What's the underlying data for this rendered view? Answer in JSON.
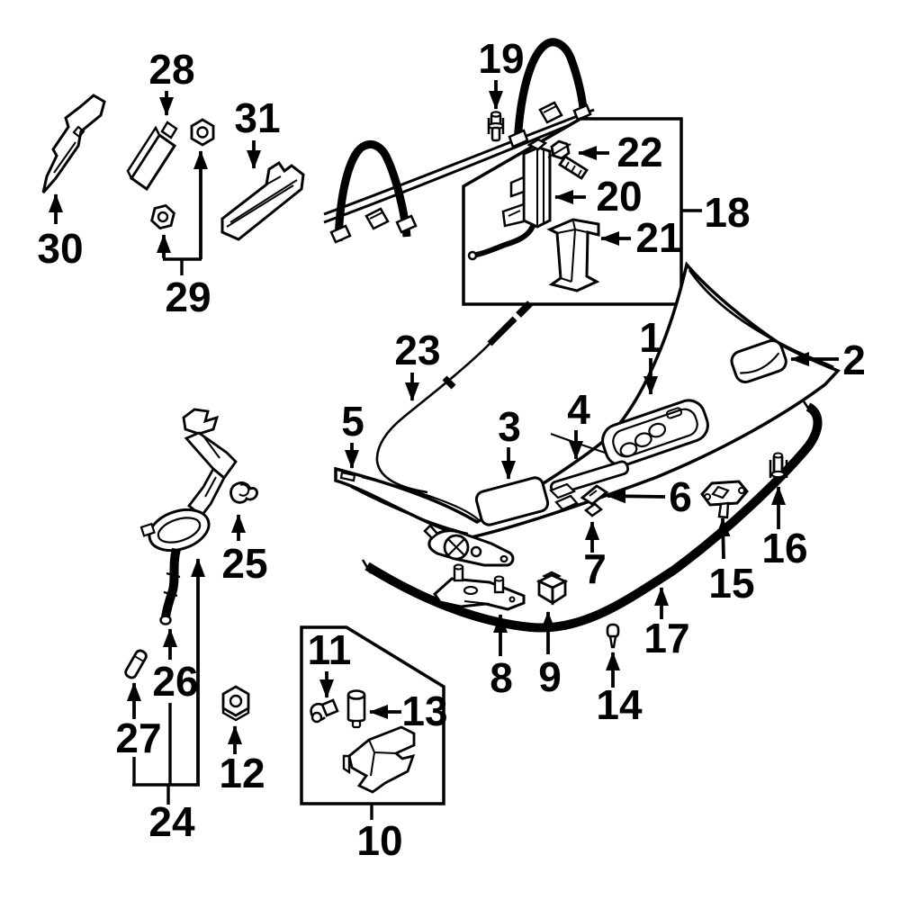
{
  "diagram": {
    "kind": "exploded-parts-line-diagram",
    "background_color": "#ffffff",
    "line_color": "#000000",
    "callouts": {
      "c1": {
        "label": "1"
      },
      "c2": {
        "label": "2"
      },
      "c3": {
        "label": "3"
      },
      "c4": {
        "label": "4"
      },
      "c5": {
        "label": "5"
      },
      "c6": {
        "label": "6"
      },
      "c7": {
        "label": "7"
      },
      "c8": {
        "label": "8"
      },
      "c9": {
        "label": "9"
      },
      "c10": {
        "label": "10"
      },
      "c11": {
        "label": "11"
      },
      "c12": {
        "label": "12"
      },
      "c13": {
        "label": "13"
      },
      "c14": {
        "label": "14"
      },
      "c15": {
        "label": "15"
      },
      "c16": {
        "label": "16"
      },
      "c17": {
        "label": "17"
      },
      "c18": {
        "label": "18"
      },
      "c19": {
        "label": "19"
      },
      "c20": {
        "label": "20"
      },
      "c21": {
        "label": "21"
      },
      "c22": {
        "label": "22"
      },
      "c23": {
        "label": "23"
      },
      "c24": {
        "label": "24"
      },
      "c25": {
        "label": "25"
      },
      "c26": {
        "label": "26"
      },
      "c27": {
        "label": "27"
      },
      "c28": {
        "label": "28"
      },
      "c29": {
        "label": "29"
      },
      "c30": {
        "label": "30"
      },
      "c31": {
        "label": "31"
      }
    },
    "grouping_boxes": [
      {
        "box_label": "18",
        "member_callouts": [
          "20",
          "21",
          "22"
        ]
      },
      {
        "box_label": "10",
        "member_callouts": [
          "11",
          "13"
        ]
      }
    ],
    "bracket_leaders": [
      {
        "label": "24",
        "joins": [
          "26",
          "27"
        ]
      },
      {
        "label": "29",
        "joins": [
          "nut",
          "nut"
        ]
      }
    ]
  }
}
